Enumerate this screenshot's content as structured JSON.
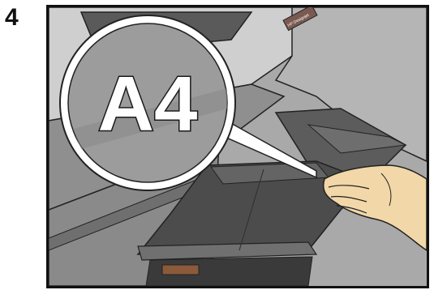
{
  "step": {
    "number": "4"
  },
  "illustration": {
    "magnifier_text": "A4",
    "printer_label": "HP Designjet",
    "colors": {
      "frame": "#111111",
      "printer_body": "#8e8e8e",
      "printer_top": "#c9c9c9",
      "tray": "#4f4f4f",
      "tray_highlight": "#6a6a6a",
      "magnifier_fill": "#9a9a9a",
      "hand": "#f2d7a8"
    }
  }
}
